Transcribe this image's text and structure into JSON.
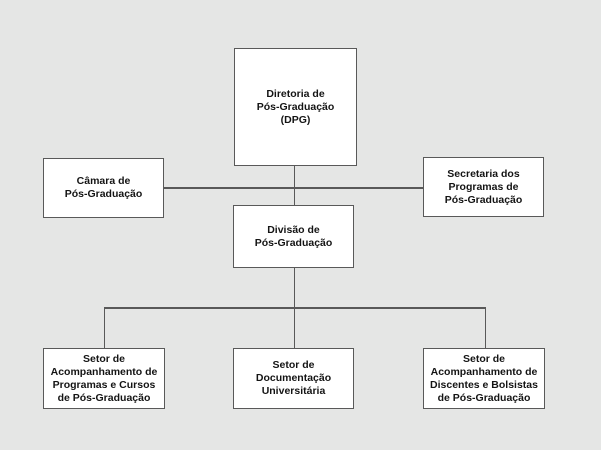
{
  "colors": {
    "background": "#e5e6e5",
    "box_fill": "#ffffff",
    "box_border": "#595959",
    "connector_line": "#595959",
    "text": "#141414",
    "bottom_margin": "#ffffff"
  },
  "diagram": {
    "type": "org-chart",
    "nodes": [
      {
        "id": "dpg",
        "label": "Diretoria de\nPós-Graduação\n(DPG)"
      },
      {
        "id": "camara",
        "label": "Câmara de\nPós-Graduação"
      },
      {
        "id": "secretaria",
        "label": "Secretaria dos\nProgramas de\nPós-Graduação"
      },
      {
        "id": "divisao",
        "label": "Divisão de\nPós-Graduação"
      },
      {
        "id": "setor-programas",
        "label": "Setor de\nAcompanhamento de\nProgramas e Cursos\nde Pós-Graduação"
      },
      {
        "id": "setor-documentacao",
        "label": "Setor de\nDocumentação\nUniversitária"
      },
      {
        "id": "setor-discentes",
        "label": "Setor de\nAcompanhamento de\nDiscentes e Bolsistas\nde Pós-Graduação"
      }
    ],
    "edges": [
      {
        "from": "dpg",
        "to": "divisao"
      },
      {
        "from": "camara",
        "to": "dpg"
      },
      {
        "from": "secretaria",
        "to": "dpg"
      },
      {
        "from": "divisao",
        "to": "setor-programas"
      },
      {
        "from": "divisao",
        "to": "setor-documentacao"
      },
      {
        "from": "divisao",
        "to": "setor-discentes"
      }
    ]
  }
}
